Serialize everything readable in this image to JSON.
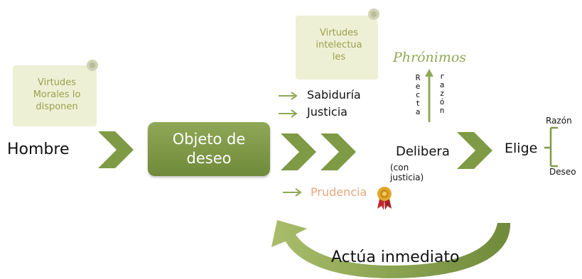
{
  "scrolls": {
    "virtudes_morales": "Virtudes Morales lo disponen",
    "virtudes_intelectuales": "Virtudes intelectua les"
  },
  "nodes": {
    "hombre": "Hombre",
    "objeto_deseo": "Objeto de deseo",
    "sabiduria": "Sabiduría",
    "justicia": "Justicia",
    "prudencia": "Prudencia",
    "phronimos": "Phrónimos",
    "recta": "Recta",
    "razon_vertical": "razón",
    "delibera": "Delibera",
    "con_justicia": "(con justicia)",
    "elige": "Elige",
    "razon": "Razón",
    "deseo": "Deseo",
    "actua": "Actúa inmediato"
  },
  "colors": {
    "green": "#7f9a45",
    "green_light": "#a9bd6a",
    "scroll_bg": "#eef0d6",
    "scroll_text": "#9aa04e",
    "prudencia": "#e8a67a",
    "medal_red": "#c0282d",
    "medal_gold": "#e0a92c"
  },
  "icons": [
    "chevron-arrow-icon",
    "small-arrow-icon",
    "up-arrow-icon",
    "medal-icon",
    "curved-return-arrow-icon",
    "bracket-icon"
  ]
}
